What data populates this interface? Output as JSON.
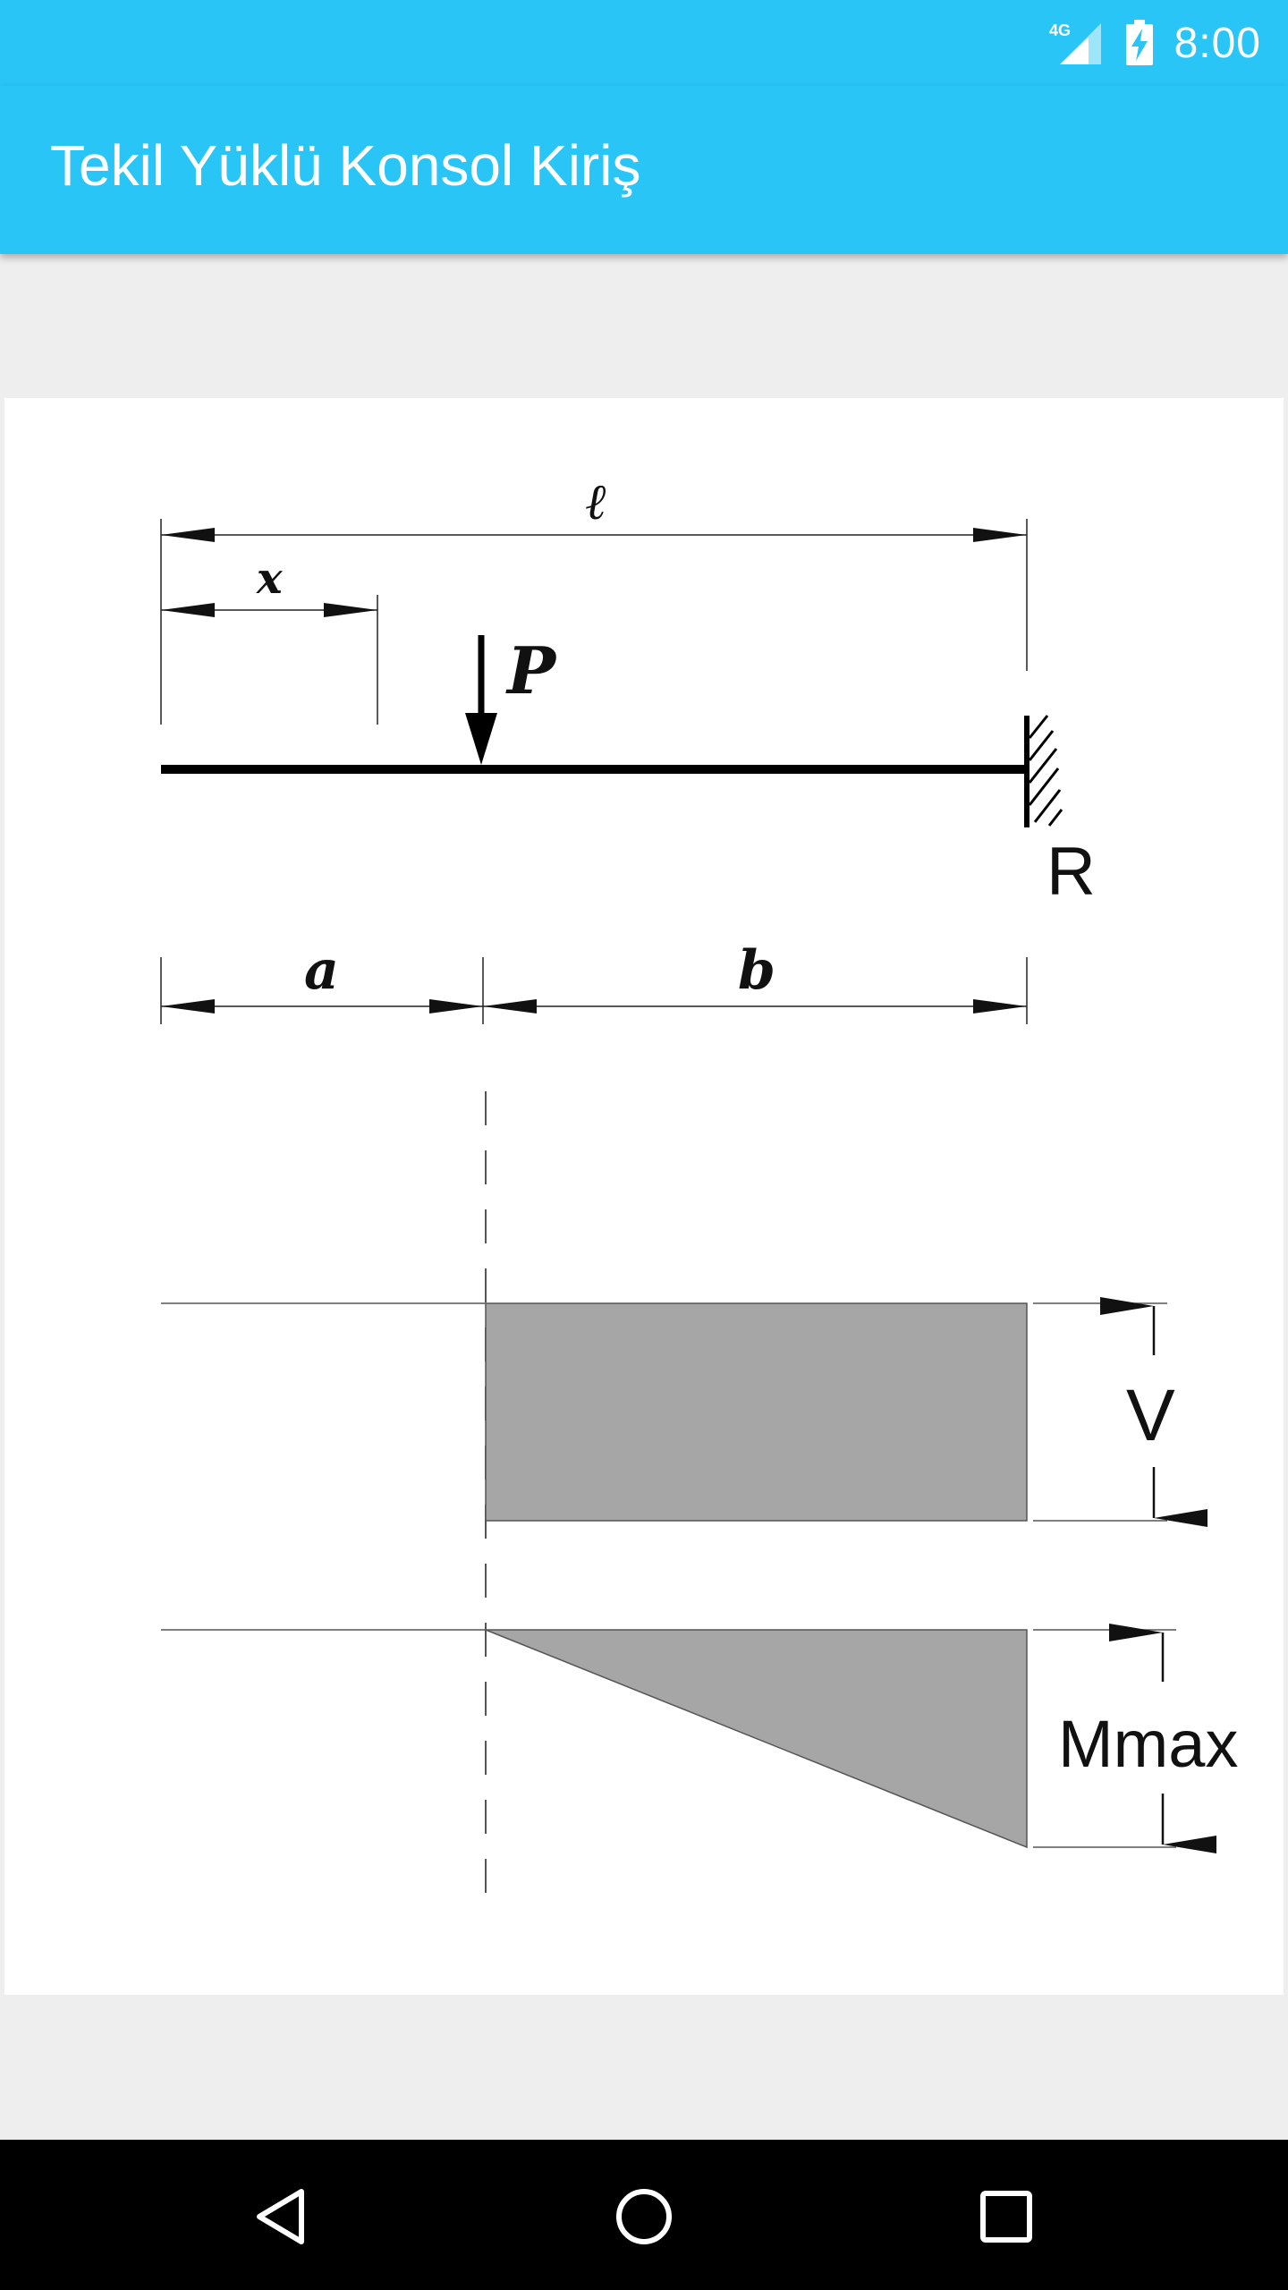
{
  "status_bar": {
    "network": "4G",
    "time": "8:00",
    "icons": [
      "signal-icon",
      "battery-charging-icon"
    ]
  },
  "app_bar": {
    "title": "Tekil Yüklü Konsol Kiriş",
    "color": "#29c5f6"
  },
  "diagram": {
    "labels": {
      "length": "ℓ",
      "position": "x",
      "load": "P",
      "reaction": "R",
      "segment_a": "a",
      "segment_b": "b",
      "shear": "V",
      "moment": "Mmax"
    },
    "fill_color": "#a6a6a6"
  },
  "nav_bar": {
    "icons": [
      "back-icon",
      "home-icon",
      "recents-icon"
    ]
  }
}
